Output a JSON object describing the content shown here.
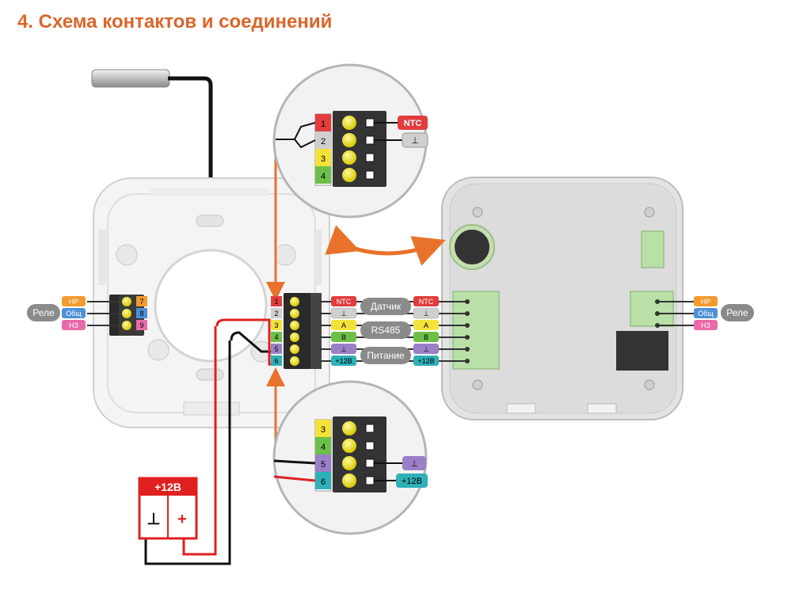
{
  "title": "4. Схема контактов и соединений",
  "colors": {
    "accent": "#d9662b",
    "wire_black": "#111111",
    "wire_red": "#e02020",
    "ntc": "#e23c3c",
    "ground": "#9b7fc7",
    "a": "#f3e23a",
    "b": "#6cc04a",
    "plus12": "#2fb0b8",
    "hp": "#f29a2e",
    "common": "#4f8fd6",
    "nz": "#e96aa9"
  },
  "relay": {
    "label": "Реле",
    "terminals": [
      "НР",
      "Общ",
      "НЗ"
    ],
    "pin_numbers": [
      "7",
      "8",
      "9"
    ]
  },
  "terminal_block": {
    "pin_numbers": [
      "1",
      "2",
      "3",
      "4",
      "5",
      "6"
    ],
    "left_labels": [
      "NTC",
      "⊥",
      "A",
      "B",
      "⊥",
      "+12B"
    ],
    "right_labels": [
      "NTC",
      "⊥",
      "A",
      "B",
      "⊥",
      "+12B"
    ]
  },
  "groups": {
    "sensor": "Датчик",
    "rs485": "RS485",
    "power": "Питание"
  },
  "zoom_top": {
    "pins": [
      "1",
      "2",
      "3",
      "4"
    ],
    "ntc_label": "NTC",
    "ground_label": "⊥"
  },
  "zoom_bottom": {
    "pins": [
      "3",
      "4",
      "5",
      "6"
    ],
    "ground_label": "⊥",
    "plus_label": "+12B"
  },
  "power_supply": {
    "label": "+12В",
    "minus": "⊥",
    "plus": "+"
  }
}
